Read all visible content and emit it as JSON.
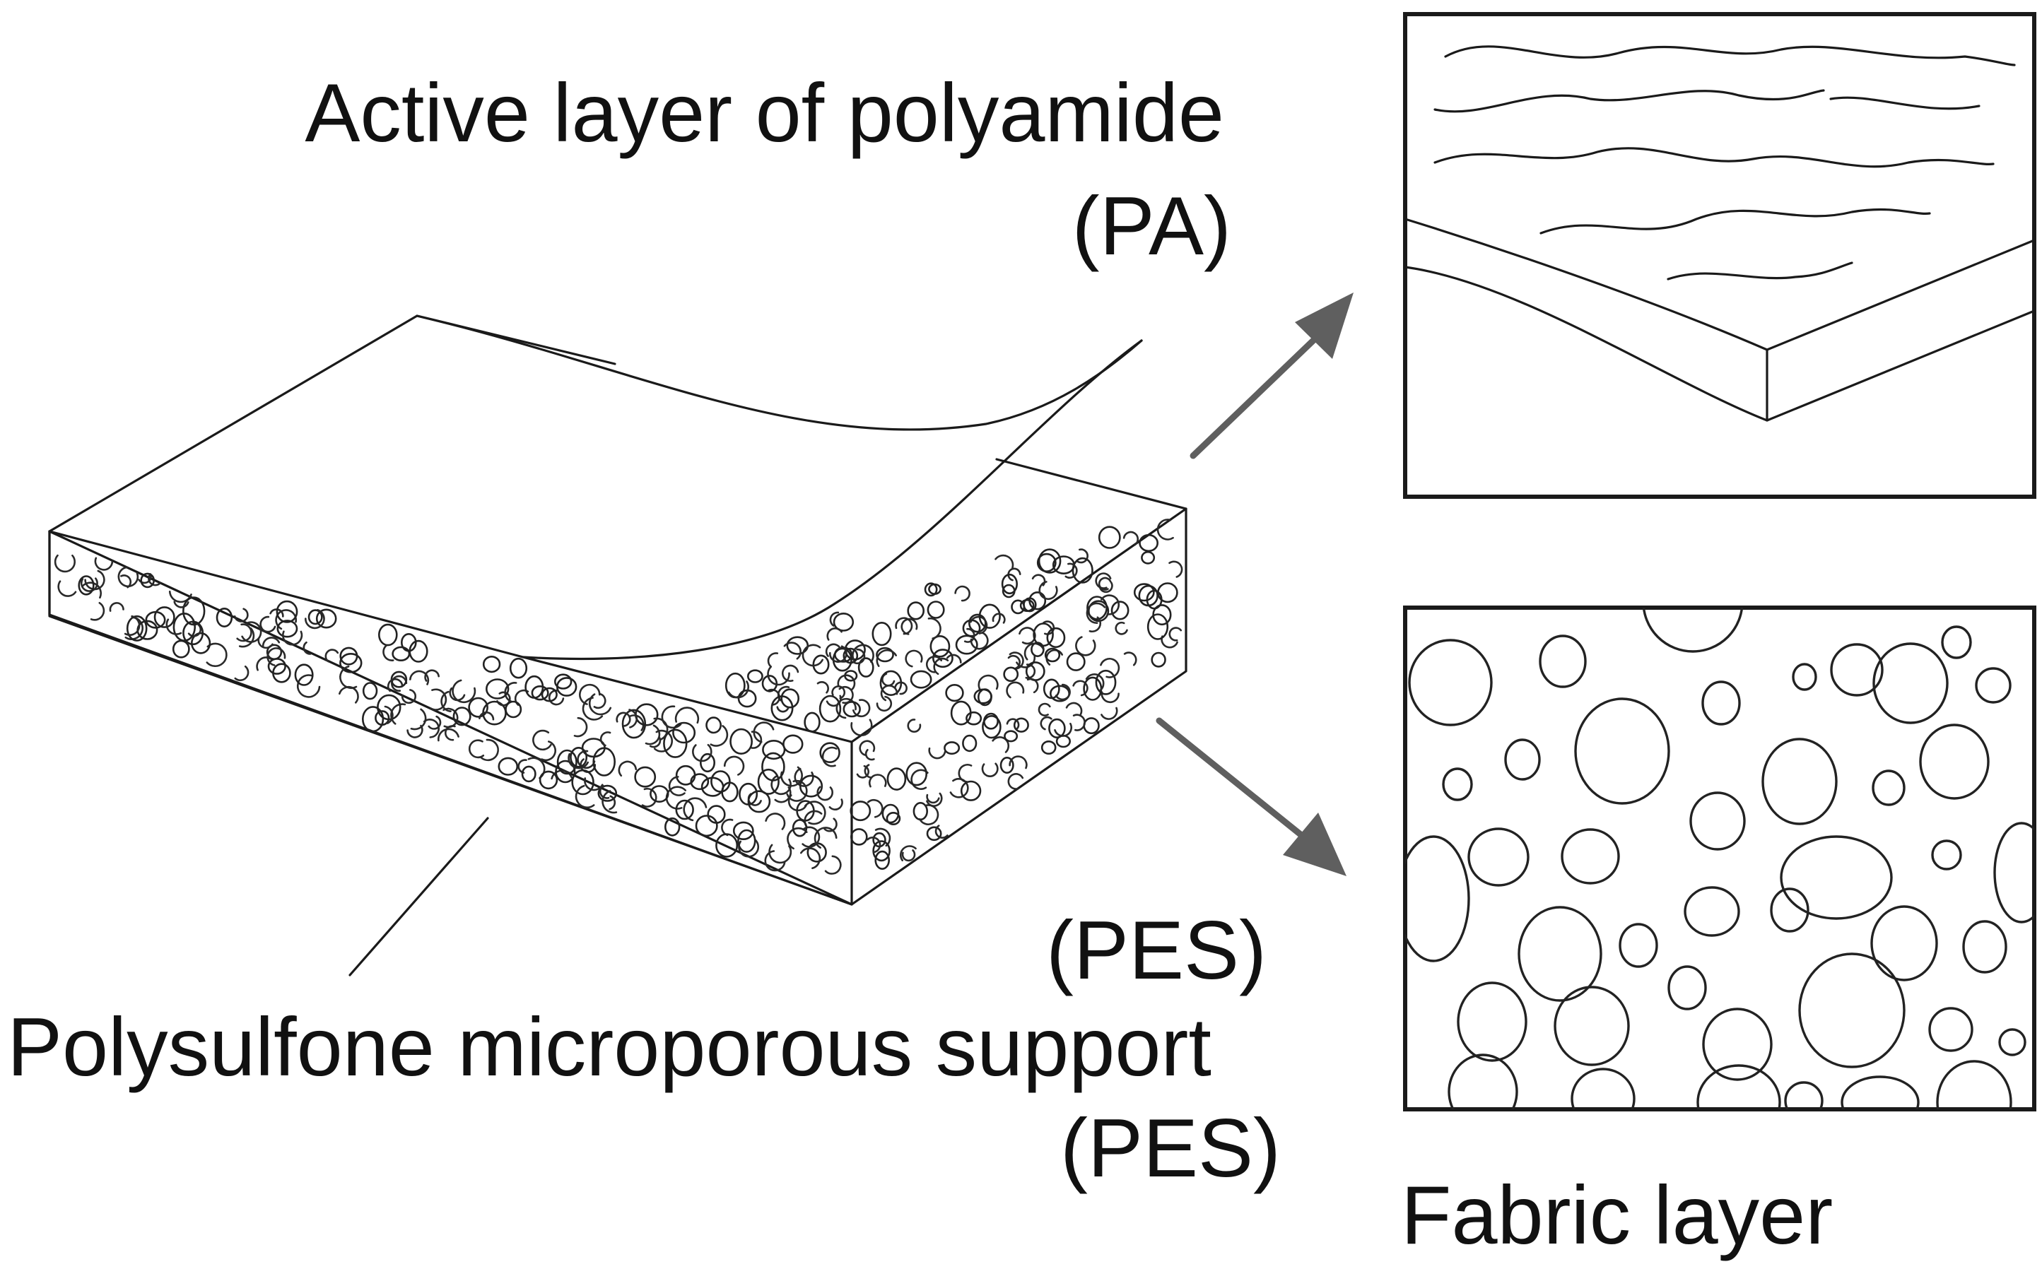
{
  "labels": {
    "active_layer": "Active layer of polyamide",
    "pa": "(PA)",
    "pes_mid": "(PES)",
    "support": "Polysulfone microporous support",
    "pes_bottom": "(PES)",
    "fabric": "Fabric layer"
  },
  "colors": {
    "line": "#1a1a1a",
    "arrow": "#5f5f5f",
    "background": "#ffffff"
  }
}
